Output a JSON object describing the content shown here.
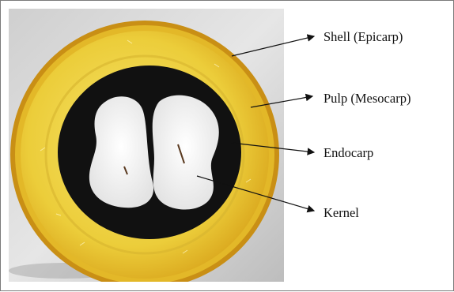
{
  "figure": {
    "labels": [
      {
        "key": "shell",
        "text": "Shell (Epicarp)"
      },
      {
        "key": "pulp",
        "text": "Pulp (Mesocarp)"
      },
      {
        "key": "endocarp",
        "text": "Endocarp"
      },
      {
        "key": "kernel",
        "text": "Kernel"
      }
    ],
    "colors": {
      "shell": "#d9a51c",
      "pulp": "#f1d84a",
      "endocarp": "#111111",
      "kernel": "#f3f3f3",
      "background": "#d8d8d8"
    }
  }
}
